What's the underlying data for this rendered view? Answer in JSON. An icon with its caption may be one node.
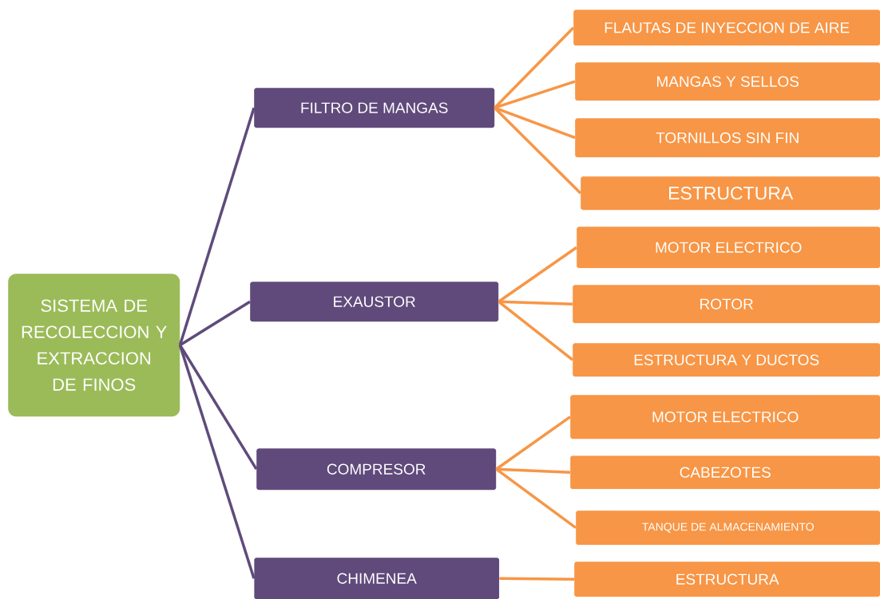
{
  "diagram": {
    "nodes": [
      {
        "text": [
          "SISTEMA DE RECOLECCION Y EXTRACCION DE FINOS"
        ]
      },
      {
        "text": [
          "FILTRO DE MANGAS"
        ]
      },
      {
        "text": [
          "FLAUTAS DE INYECCION DE AIRE"
        ]
      },
      {
        "text": [
          "MANGAS Y SELLOS"
        ]
      },
      {
        "text": [
          "TORNILLOS SIN FIN"
        ]
      },
      {
        "text": [
          "ESTRUCTURA"
        ]
      },
      {
        "text": [
          "EXAUSTOR"
        ]
      },
      {
        "text": [
          "MOTOR ELECTRICO"
        ]
      },
      {
        "text": [
          "ROTOR"
        ]
      },
      {
        "text": [
          "ESTRUCTURA Y DUCTOS"
        ]
      },
      {
        "text": [
          "COMPRESOR"
        ]
      },
      {
        "text": [
          "MOTOR ELECTRICO"
        ]
      },
      {
        "text": [
          "CABEZOTES"
        ]
      },
      {
        "text": [
          "TANQUE DE ALMACENAMIENTO"
        ]
      },
      {
        "text": [
          "CHIMENEA"
        ]
      },
      {
        "text": [
          "ESTRUCTURA"
        ]
      }
    ],
    "edges": [
      {
        "from": 0,
        "to": 1,
        "arrow": "none",
        "color": "#5f4b7b"
      },
      {
        "from": 0,
        "to": 6,
        "arrow": "none",
        "color": "#5f4b7b"
      },
      {
        "from": 0,
        "to": 10,
        "arrow": "none",
        "color": "#5f4b7b"
      },
      {
        "from": 0,
        "to": 14,
        "arrow": "none",
        "color": "#5f4b7b"
      },
      {
        "from": 1,
        "to": 2,
        "arrow": "none"
      },
      {
        "from": 1,
        "to": 3,
        "arrow": "none"
      },
      {
        "from": 1,
        "to": 4,
        "arrow": "none"
      },
      {
        "from": 1,
        "to": 5,
        "arrow": "none"
      },
      {
        "from": 6,
        "to": 7,
        "arrow": "none"
      },
      {
        "from": 6,
        "to": 8,
        "arrow": "none"
      },
      {
        "from": 6,
        "to": 9,
        "arrow": "none"
      },
      {
        "from": 10,
        "to": 11,
        "arrow": "none"
      },
      {
        "from": 10,
        "to": 12,
        "arrow": "none"
      },
      {
        "from": 10,
        "to": 13,
        "arrow": "none"
      },
      {
        "from": 14,
        "to": 15,
        "arrow": "none"
      }
    ]
  }
}
